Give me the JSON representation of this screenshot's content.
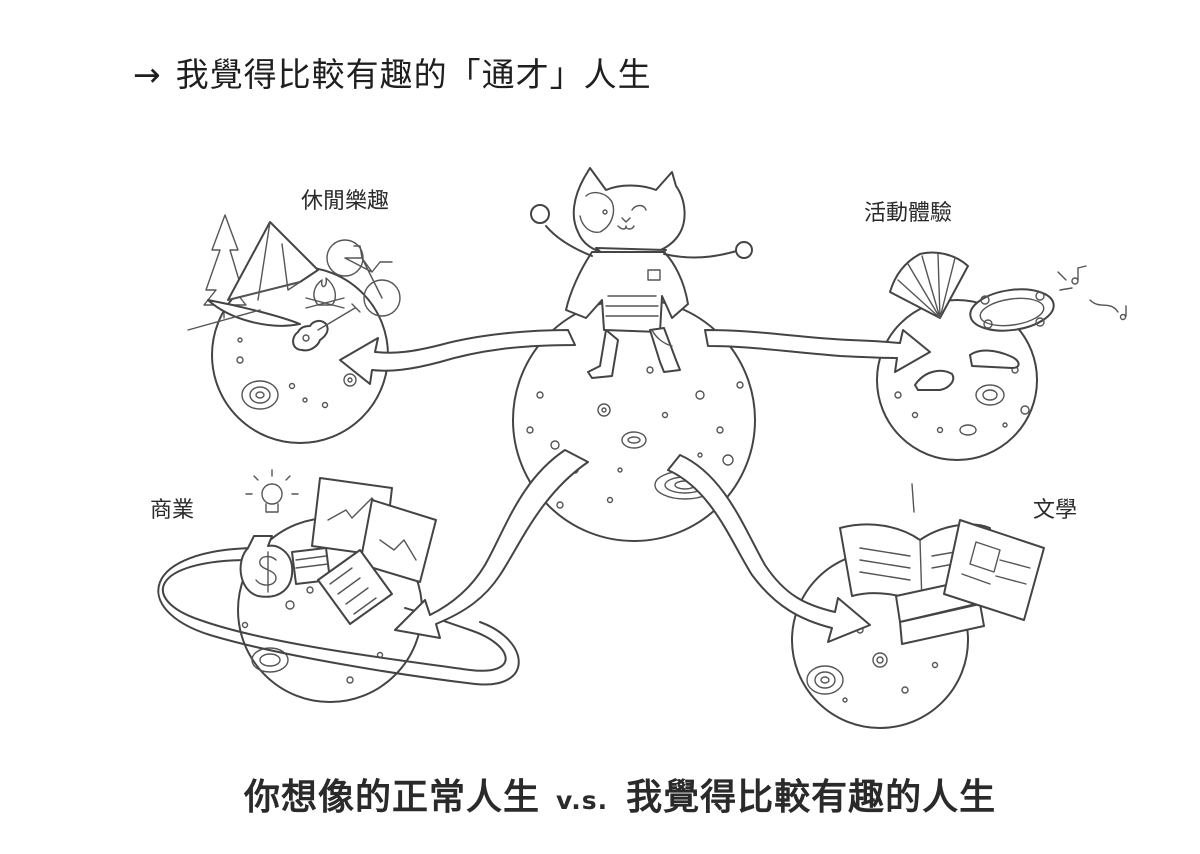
{
  "heading": {
    "arrow": "→",
    "text": "我覺得比較有趣的「通才」人生"
  },
  "labels": {
    "leisure": "休閒樂趣",
    "activity": "活動體驗",
    "business": "商業",
    "literature": "文學"
  },
  "caption": {
    "left": "你想像的正常人生",
    "vs": "v.s.",
    "right": "我覺得比較有趣的人生"
  },
  "icons": {
    "leisure": [
      "tent-icon",
      "tree-icon",
      "bicycle-icon",
      "campfire-icon",
      "guitar-icon",
      "canoe-icon"
    ],
    "activity": [
      "fan-icon",
      "tambourine-icon",
      "shoe-icon",
      "music-note-icon"
    ],
    "business": [
      "lightbulb-icon",
      "money-bag-icon",
      "calculator-icon",
      "chart-icon",
      "cash-stack-icon"
    ],
    "literature": [
      "open-book-icon",
      "book-stack-icon",
      "pencil-icon"
    ]
  },
  "colors": {
    "ink": "#444444",
    "paper": "#ffffff"
  }
}
